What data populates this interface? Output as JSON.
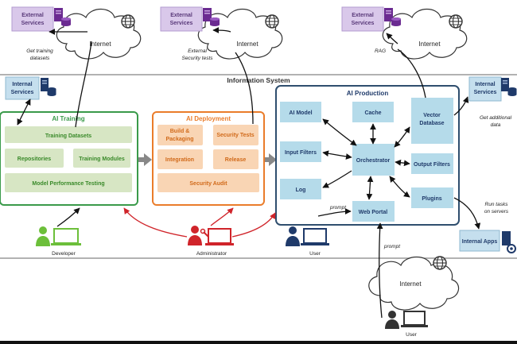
{
  "information_system": {
    "title": "Information System"
  },
  "external_services": [
    {
      "label_line1": "External",
      "label_line2": "Services",
      "annotation_line1": "Get training",
      "annotation_line2": "datasets"
    },
    {
      "label_line1": "External",
      "label_line2": "Services",
      "annotation_line1": "External",
      "annotation_line2": "Security tests"
    },
    {
      "label_line1": "External",
      "label_line2": "Services",
      "annotation_line1": "RAG",
      "annotation_line2": ""
    }
  ],
  "internet": {
    "label": "Internet"
  },
  "internal_services_left": {
    "label_line1": "Internal",
    "label_line2": "Services"
  },
  "internal_services_right": {
    "label_line1": "Internal",
    "label_line2": "Services",
    "annotation_line1": "Get additional",
    "annotation_line2": "data"
  },
  "ai_training": {
    "title": "AI Training",
    "datasets": "Training Datasets",
    "repositories": "Repositories",
    "modules": "Training Modules",
    "perf_testing": "Model Performance Testing"
  },
  "ai_deployment": {
    "title": "AI Deployment",
    "build_line1": "Build &",
    "build_line2": "Packaging",
    "security_tests": "Security Tests",
    "integration": "Integration",
    "release": "Release",
    "security_audit": "Security Audit"
  },
  "ai_production": {
    "title": "AI Production",
    "ai_model": "AI Model",
    "cache": "Cache",
    "vector_line1": "Vector",
    "vector_line2": "Database",
    "input_filters": "Input Filters",
    "orchestrator": "Orchestrator",
    "output_filters": "Output Filters",
    "log": "Log",
    "plugins": "Plugins",
    "web_portal": "Web Portal"
  },
  "internal_apps": {
    "label": "Internal Apps",
    "annotation_line1": "Run tasks",
    "annotation_line2": "on servers"
  },
  "prompt_label": "prompt",
  "people": {
    "developer": "Developer",
    "administrator": "Administrator",
    "user": "User",
    "user_outside": "User"
  },
  "colors": {
    "external_box": "#d9c8ea",
    "external_border": "#b39bd0",
    "server": "#6b2b91",
    "internal_box": "#c5dfee",
    "training_green": "#3a9a4a",
    "training_box": "#d7e6c4",
    "deploy_orange": "#ea7c2a",
    "deploy_box": "#f9d5b4",
    "prod_border": "#2f4e6e",
    "prod_box": "#b5dbea",
    "admin_red": "#d0242a",
    "dev_green": "#6cbf3a",
    "user_navy": "#1f3a6a"
  }
}
